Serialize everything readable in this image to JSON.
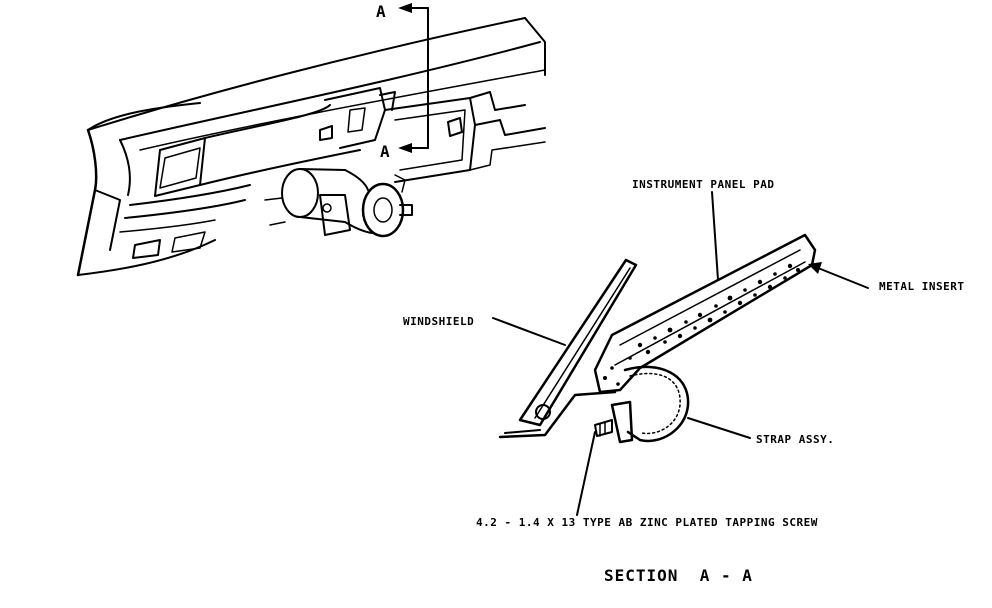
{
  "labels": {
    "instrument_panel_pad": "INSTRUMENT PANEL PAD",
    "metal_insert": "METAL INSERT",
    "windshield": "WINDSHIELD",
    "strap_assy": "STRAP ASSY.",
    "tapping_screw": "4.2 - 1.4 X 13 TYPE AB ZINC PLATED TAPPING SCREW",
    "section_title": "SECTION  A - A",
    "section_marker_top": "A",
    "section_marker_mid": "A"
  }
}
